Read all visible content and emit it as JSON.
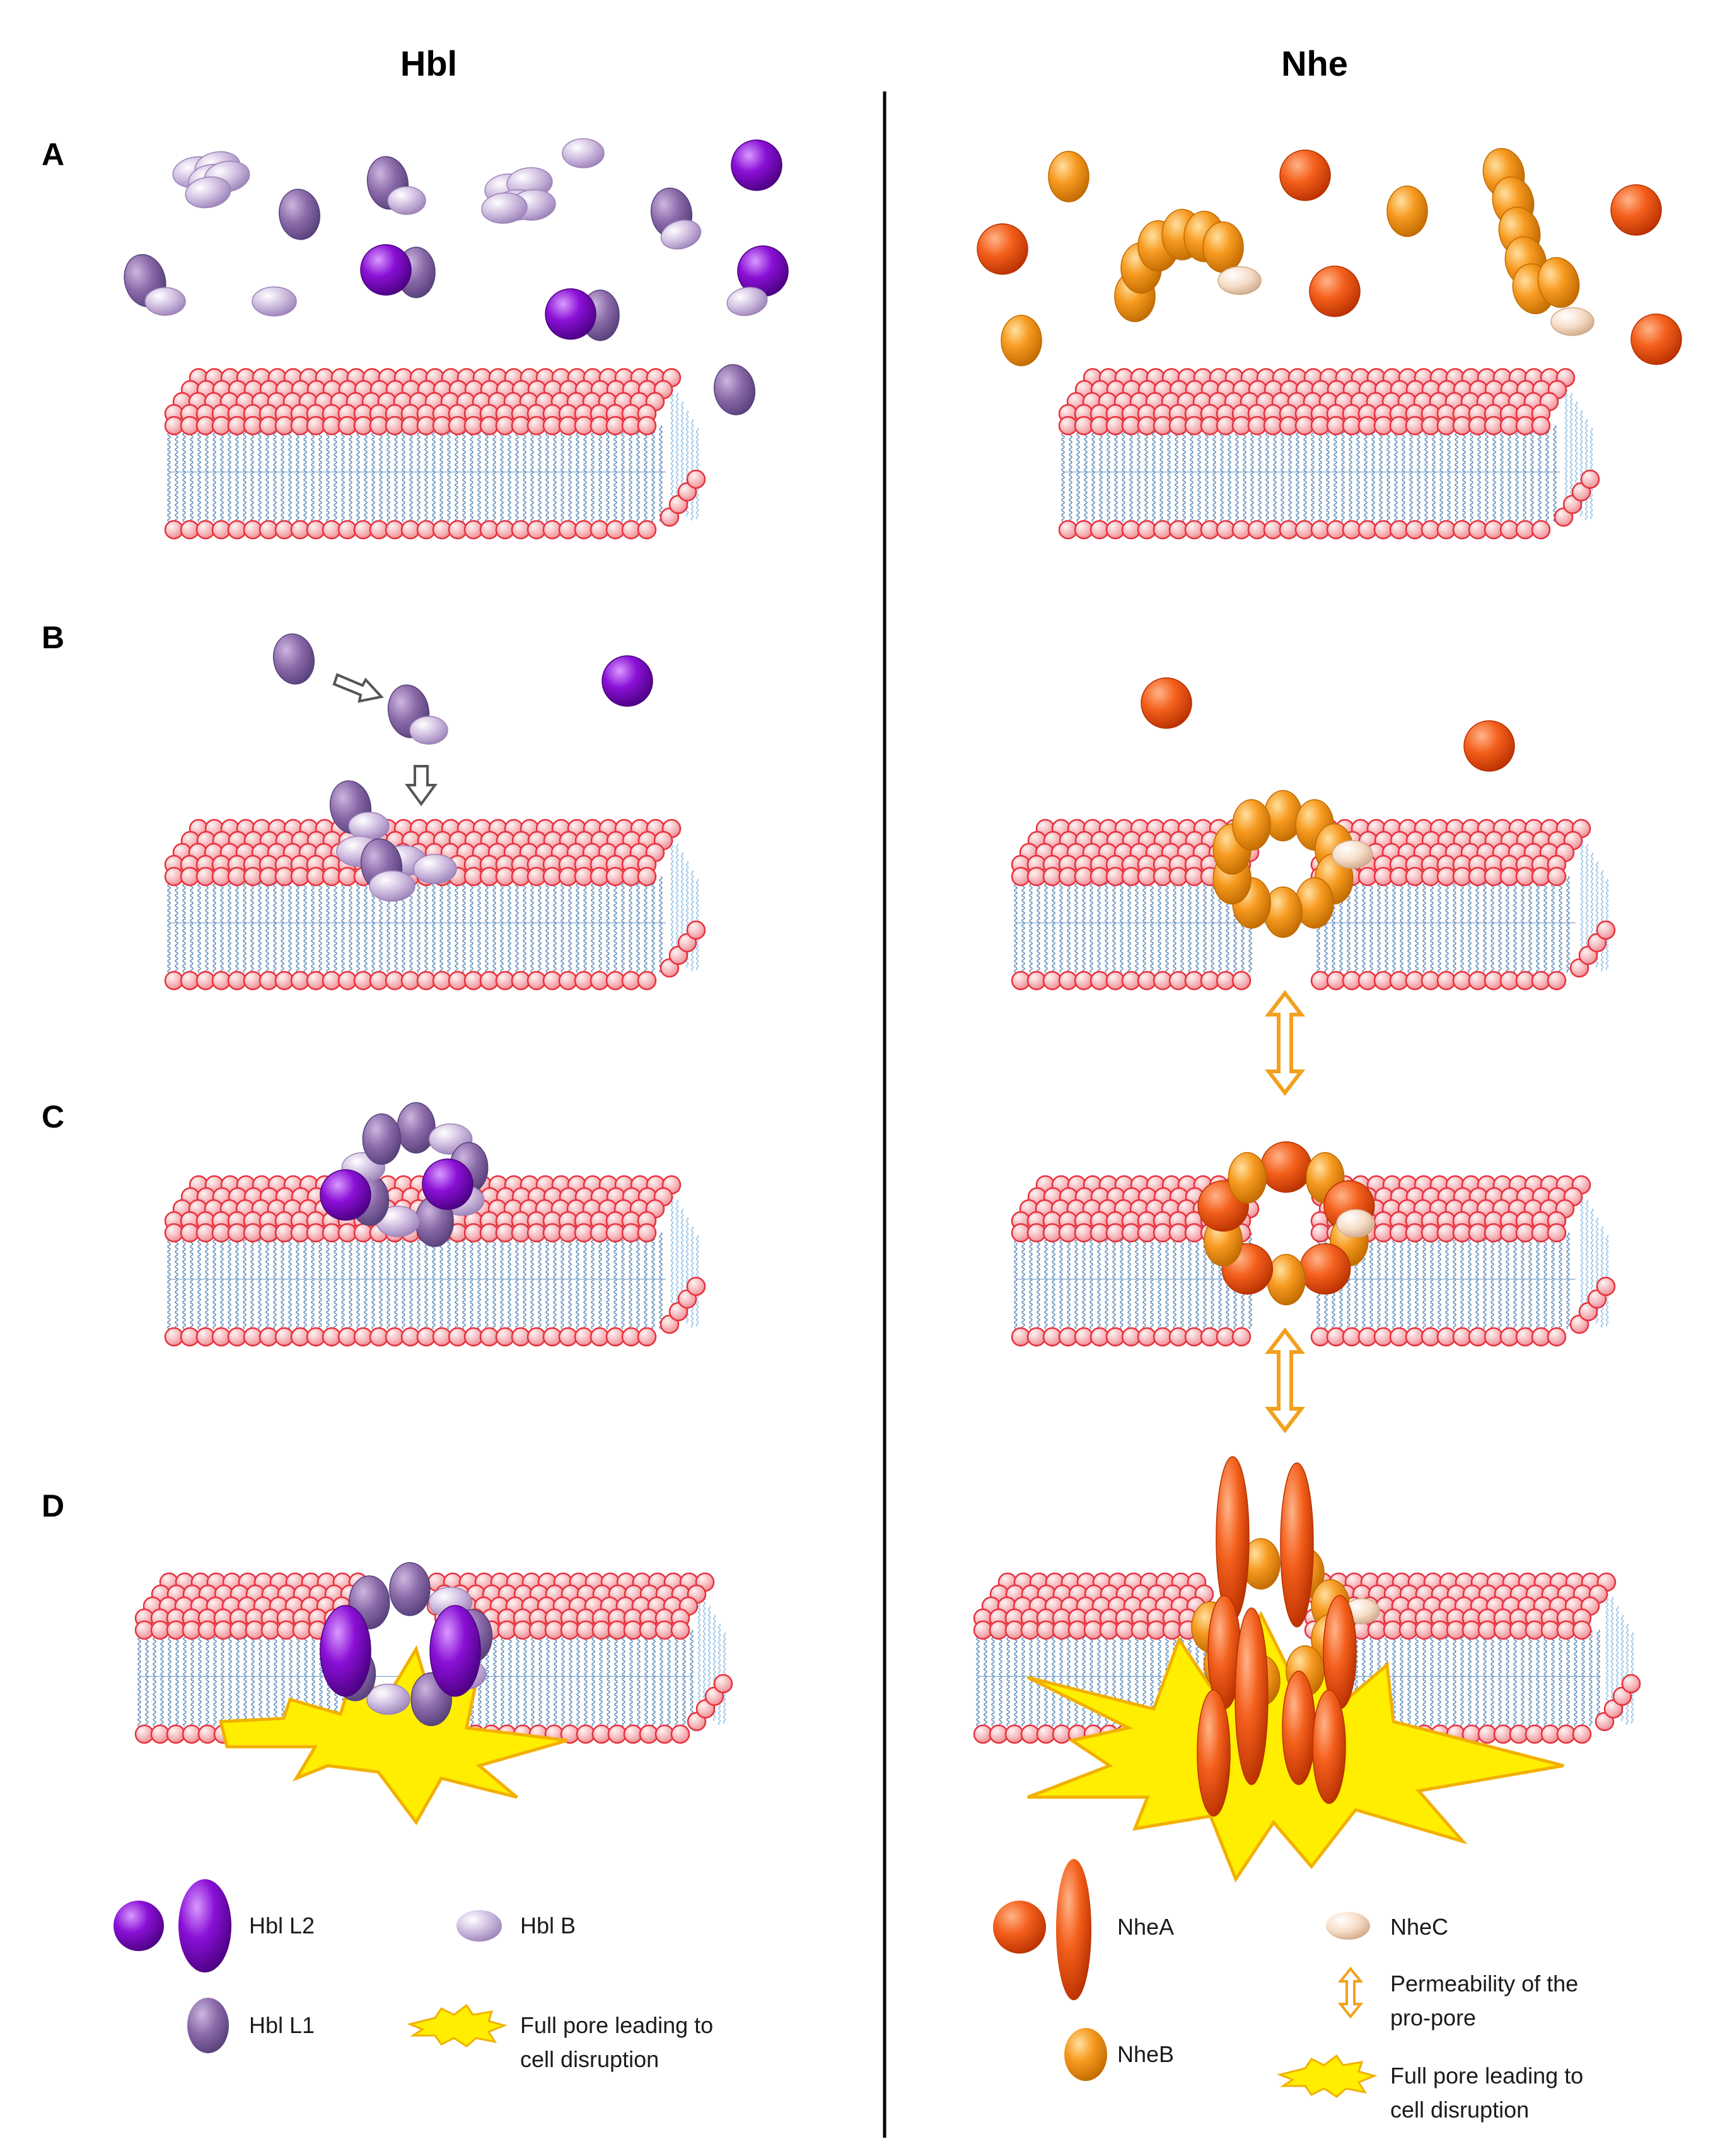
{
  "columns": {
    "left": "Hbl",
    "right": "Nhe"
  },
  "panels": [
    "A",
    "B",
    "C",
    "D"
  ],
  "legend_left": {
    "hbl_l2": "Hbl L2",
    "hbl_b": "Hbl B",
    "hbl_l1": "Hbl L1",
    "full_pore_line1": "Full pore leading to",
    "full_pore_line2": "cell disruption"
  },
  "legend_right": {
    "nhea": "NheA",
    "nhec": "NheC",
    "nheb": "NheB",
    "permeability_line1": "Permeability of the",
    "permeability_line2": "pro-pore",
    "full_pore_line1": "Full pore leading to",
    "full_pore_line2": "cell disruption"
  },
  "colors": {
    "hbl_l2": "#8a10d6",
    "hbl_l1": "#8a6aa8",
    "hbl_b": "#d2c0e2",
    "nhea": "#f4601c",
    "nheb": "#f79a20",
    "nhec": "#f6dcc6",
    "lipid_head": "#f6b7bb",
    "lipid_edge": "#e8313d",
    "lipid_tail": "#4a7fb5",
    "pore_burst": "#ffee00",
    "permeability_arrow": "#f2a01d"
  }
}
